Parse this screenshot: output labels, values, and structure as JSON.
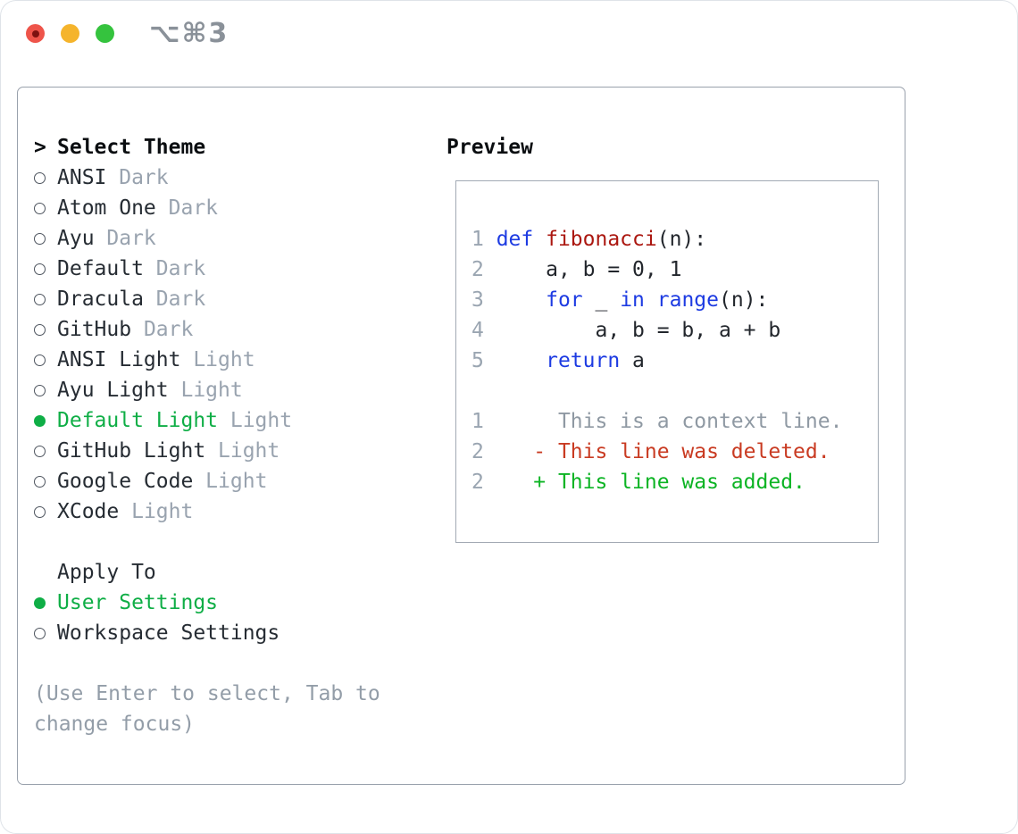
{
  "window": {
    "title": "⌥⌘3",
    "traffic_lights": [
      {
        "name": "close",
        "color": "#ee544a"
      },
      {
        "name": "minimize",
        "color": "#f5b42c"
      },
      {
        "name": "zoom",
        "color": "#35c33e"
      }
    ]
  },
  "theme_picker": {
    "prompt": ">",
    "header": "Select Theme",
    "items": [
      {
        "name": "ANSI",
        "variant": "Dark",
        "selected": false
      },
      {
        "name": "Atom One",
        "variant": "Dark",
        "selected": false
      },
      {
        "name": "Ayu",
        "variant": "Dark",
        "selected": false
      },
      {
        "name": "Default",
        "variant": "Dark",
        "selected": false
      },
      {
        "name": "Dracula",
        "variant": "Dark",
        "selected": false
      },
      {
        "name": "GitHub",
        "variant": "Dark",
        "selected": false
      },
      {
        "name": "ANSI Light",
        "variant": "Light",
        "selected": false
      },
      {
        "name": "Ayu Light",
        "variant": "Light",
        "selected": false
      },
      {
        "name": "Default Light",
        "variant": "Light",
        "selected": true
      },
      {
        "name": "GitHub Light",
        "variant": "Light",
        "selected": false
      },
      {
        "name": "Google Code",
        "variant": "Light",
        "selected": false
      },
      {
        "name": "XCode",
        "variant": "Light",
        "selected": false
      }
    ],
    "apply_to": {
      "header": "Apply To",
      "options": [
        {
          "name": "User Settings",
          "selected": true
        },
        {
          "name": "Workspace Settings",
          "selected": false
        }
      ]
    },
    "hint_lines": [
      "(Use Enter to select, Tab to",
      "change focus)"
    ]
  },
  "preview": {
    "header": "Preview",
    "code_lines": [
      [
        [
          "ln",
          "1 "
        ],
        [
          "kw",
          "def "
        ],
        [
          "fn",
          "fibonacci"
        ],
        [
          "tx",
          "(n):"
        ]
      ],
      [
        [
          "ln",
          "2 "
        ],
        [
          "tx",
          "    a, b = 0, 1"
        ]
      ],
      [
        [
          "ln",
          "3 "
        ],
        [
          "tx",
          "    "
        ],
        [
          "kw",
          "for"
        ],
        [
          "tx",
          " _ "
        ],
        [
          "kw",
          "in"
        ],
        [
          "tx",
          " "
        ],
        [
          "kw",
          "range"
        ],
        [
          "tx",
          "(n):"
        ]
      ],
      [
        [
          "ln",
          "4 "
        ],
        [
          "tx",
          "        a, b = b, a + b"
        ]
      ],
      [
        [
          "ln",
          "5 "
        ],
        [
          "tx",
          "    "
        ],
        [
          "kw",
          "return"
        ],
        [
          "tx",
          " a"
        ]
      ],
      [],
      [
        [
          "ln",
          "1"
        ],
        [
          "gray",
          "      This is a context line."
        ]
      ],
      [
        [
          "ln",
          "2"
        ],
        [
          "tx",
          "    "
        ],
        [
          "del",
          "- This line was deleted."
        ]
      ],
      [
        [
          "ln",
          "2"
        ],
        [
          "tx",
          "    "
        ],
        [
          "add",
          "+ This line was added."
        ]
      ]
    ]
  },
  "colors": {
    "selection_green": "#0fae46",
    "keyword_blue": "#1d3be2",
    "function_red": "#ab1710",
    "diff_deleted": "#c93b22",
    "diff_added": "#0cb424",
    "muted_gray": "#99a3af",
    "panel_border": "#99a1ac",
    "title_gray": "#8a9199"
  }
}
